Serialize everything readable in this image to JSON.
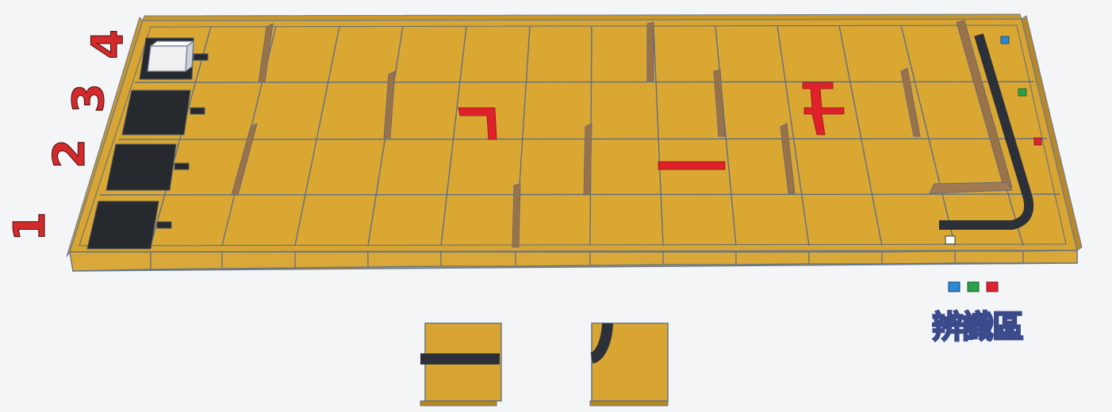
{
  "board": {
    "lane_labels": [
      "1",
      "2",
      "3",
      "4"
    ],
    "recognition_zone_label": "辨識區",
    "colors": {
      "floor": "#d8a532",
      "floor_dark": "#b98a22",
      "grid_line": "#5a6a80",
      "wall": "#9a7248",
      "wall_top": "#b98a5a",
      "start_pad": "#262a2e",
      "track": "#2c3038",
      "marker_red": "#e0202a",
      "lane_number": "#d42a2c",
      "color_blue": "#2a8ad8",
      "color_green": "#2aa04a",
      "color_red": "#e02030",
      "robot_box": "#f2f2f2"
    },
    "recognition_colors": [
      "blue",
      "green",
      "red"
    ],
    "loose_tiles": [
      "straight-track-tile",
      "curved-track-tile"
    ]
  }
}
